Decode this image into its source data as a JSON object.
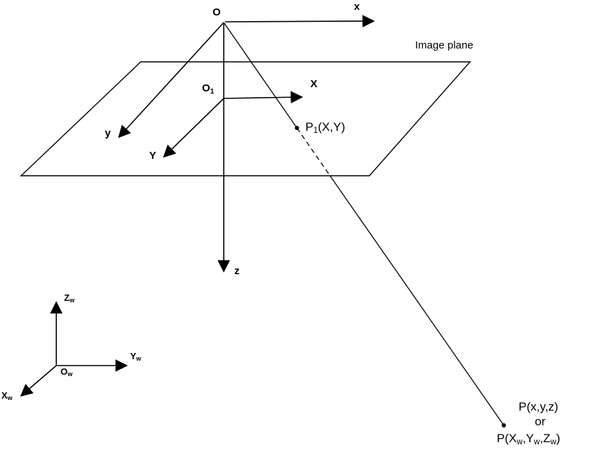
{
  "colors": {
    "ink": "#000000",
    "background": "#ffffff"
  },
  "labels": {
    "O": "O",
    "x": "x",
    "y": "y",
    "z": "z",
    "X": "X",
    "Y": "Y",
    "image_plane": "Image plane",
    "O1": [
      "O",
      "1"
    ],
    "P1": [
      "P",
      "1",
      "(X,Y)"
    ],
    "P_xyz": "P(x,y,z)",
    "or": "or",
    "P_world": [
      "P(X",
      "w",
      ",Y",
      "w",
      ",Z",
      "w",
      ")"
    ],
    "Ow": [
      "O",
      "w"
    ],
    "Xw": [
      "X",
      "w"
    ],
    "Yw": [
      "Y",
      "w"
    ],
    "Zw": [
      "Z",
      "w"
    ]
  }
}
